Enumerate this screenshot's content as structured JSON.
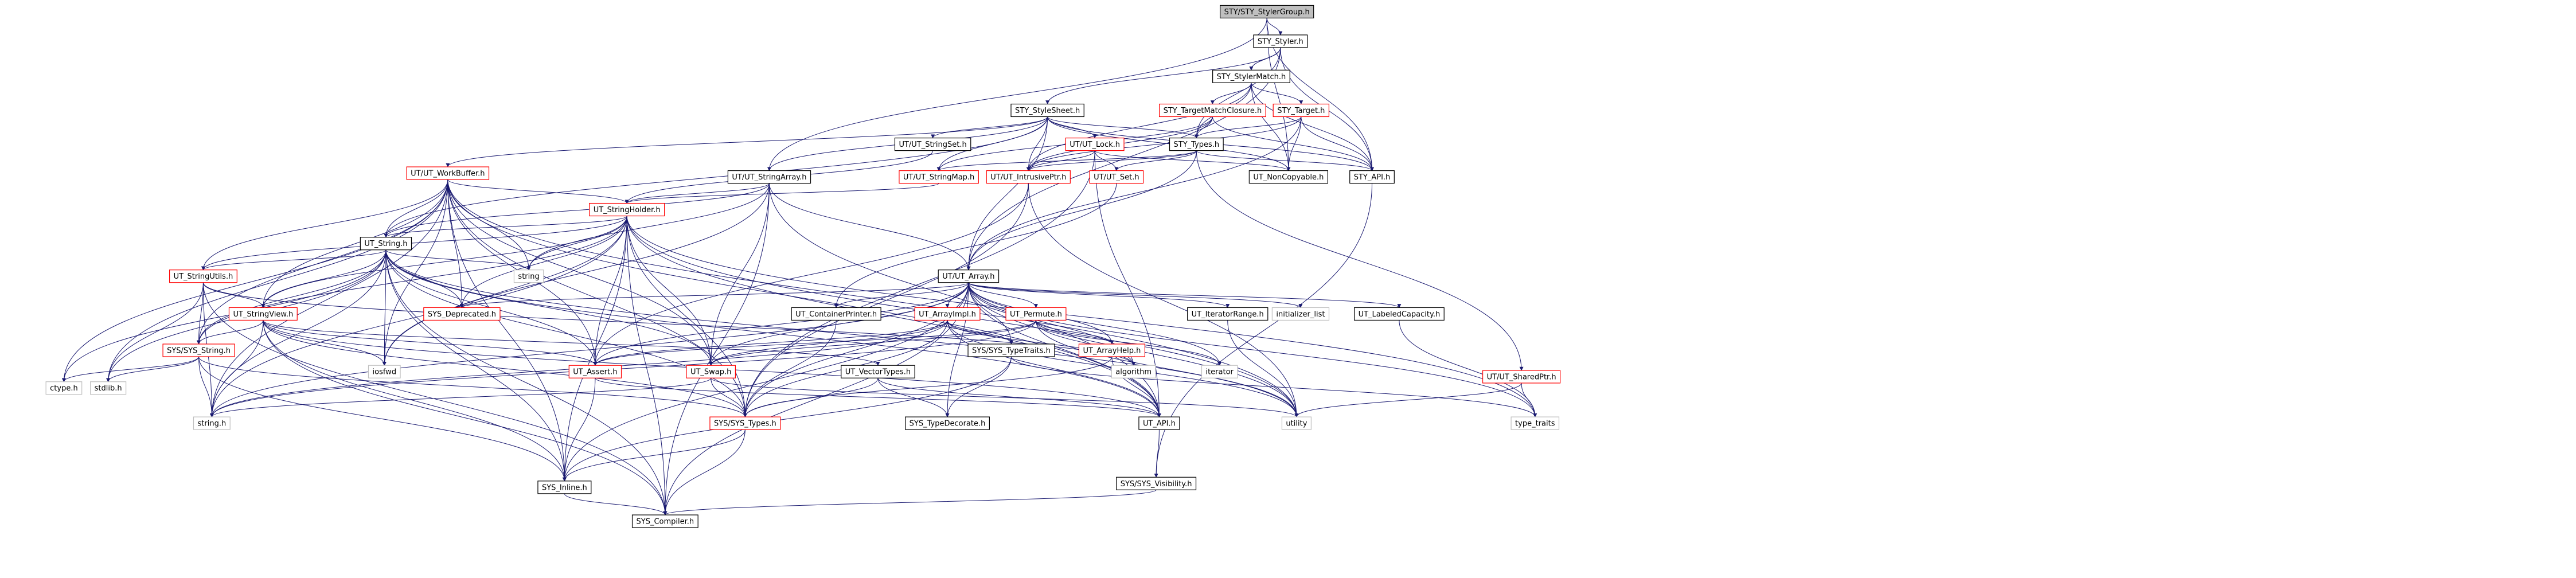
{
  "graph": {
    "nodes": [
      {
        "id": "root",
        "label": "STY/STY_StylerGroup.h",
        "kind": "root"
      },
      {
        "id": "styler",
        "label": "STY_Styler.h",
        "kind": "normal"
      },
      {
        "id": "stylermatch",
        "label": "STY_StylerMatch.h",
        "kind": "normal"
      },
      {
        "id": "stylesheet",
        "label": "STY_StyleSheet.h",
        "kind": "normal"
      },
      {
        "id": "tmclosure",
        "label": "STY_TargetMatchClosure.h",
        "kind": "red"
      },
      {
        "id": "target",
        "label": "STY_Target.h",
        "kind": "red"
      },
      {
        "id": "stringset",
        "label": "UT/UT_StringSet.h",
        "kind": "normal"
      },
      {
        "id": "lock",
        "label": "UT/UT_Lock.h",
        "kind": "red"
      },
      {
        "id": "types",
        "label": "STY_Types.h",
        "kind": "normal"
      },
      {
        "id": "workbuffer",
        "label": "UT/UT_WorkBuffer.h",
        "kind": "red"
      },
      {
        "id": "stringarray",
        "label": "UT/UT_StringArray.h",
        "kind": "normal"
      },
      {
        "id": "stringmap",
        "label": "UT/UT_StringMap.h",
        "kind": "red"
      },
      {
        "id": "intrusiveptr",
        "label": "UT/UT_IntrusivePtr.h",
        "kind": "red"
      },
      {
        "id": "utset",
        "label": "UT/UT_Set.h",
        "kind": "red"
      },
      {
        "id": "noncopyable",
        "label": "UT_NonCopyable.h",
        "kind": "normal"
      },
      {
        "id": "styapi",
        "label": "STY_API.h",
        "kind": "normal"
      },
      {
        "id": "stringholder",
        "label": "UT_StringHolder.h",
        "kind": "red"
      },
      {
        "id": "utstring",
        "label": "UT_String.h",
        "kind": "normal"
      },
      {
        "id": "string",
        "label": "string",
        "kind": "system"
      },
      {
        "id": "stringutils",
        "label": "UT_StringUtils.h",
        "kind": "red"
      },
      {
        "id": "utarray",
        "label": "UT/UT_Array.h",
        "kind": "normal"
      },
      {
        "id": "stringview",
        "label": "UT_StringView.h",
        "kind": "red"
      },
      {
        "id": "deprecated",
        "label": "SYS_Deprecated.h",
        "kind": "red"
      },
      {
        "id": "sysstring",
        "label": "SYS/SYS_String.h",
        "kind": "red"
      },
      {
        "id": "iosfwd",
        "label": "iosfwd",
        "kind": "system"
      },
      {
        "id": "containerprinter",
        "label": "UT_ContainerPrinter.h",
        "kind": "normal"
      },
      {
        "id": "arrayimpl",
        "label": "UT_ArrayImpl.h",
        "kind": "red"
      },
      {
        "id": "permute",
        "label": "UT_Permute.h",
        "kind": "red"
      },
      {
        "id": "iteratorrange",
        "label": "UT_IteratorRange.h",
        "kind": "normal"
      },
      {
        "id": "initlist",
        "label": "initializer_list",
        "kind": "system"
      },
      {
        "id": "labeledcap",
        "label": "UT_LabeledCapacity.h",
        "kind": "normal"
      },
      {
        "id": "sharedptr",
        "label": "UT/UT_SharedPtr.h",
        "kind": "red"
      },
      {
        "id": "ctype",
        "label": "ctype.h",
        "kind": "system"
      },
      {
        "id": "stdlib",
        "label": "stdlib.h",
        "kind": "system"
      },
      {
        "id": "stringh",
        "label": "string.h",
        "kind": "system"
      },
      {
        "id": "assert",
        "label": "UT_Assert.h",
        "kind": "red"
      },
      {
        "id": "swap",
        "label": "UT_Swap.h",
        "kind": "red"
      },
      {
        "id": "vectortypes",
        "label": "UT_VectorTypes.h",
        "kind": "normal"
      },
      {
        "id": "typetraits",
        "label": "SYS/SYS_TypeTraits.h",
        "kind": "normal"
      },
      {
        "id": "arrayhelp",
        "label": "UT_ArrayHelp.h",
        "kind": "red"
      },
      {
        "id": "algorithm",
        "label": "algorithm",
        "kind": "system"
      },
      {
        "id": "iterator",
        "label": "iterator",
        "kind": "system"
      },
      {
        "id": "utility",
        "label": "utility",
        "kind": "system"
      },
      {
        "id": "type_traits",
        "label": "type_traits",
        "kind": "system"
      },
      {
        "id": "systypes",
        "label": "SYS/SYS_Types.h",
        "kind": "red"
      },
      {
        "id": "typedecorate",
        "label": "SYS_TypeDecorate.h",
        "kind": "normal"
      },
      {
        "id": "utapi",
        "label": "UT_API.h",
        "kind": "normal"
      },
      {
        "id": "sysinline",
        "label": "SYS_Inline.h",
        "kind": "normal"
      },
      {
        "id": "visibility",
        "label": "SYS/SYS_Visibility.h",
        "kind": "normal"
      },
      {
        "id": "compiler",
        "label": "SYS_Compiler.h",
        "kind": "normal"
      }
    ],
    "colors": {
      "root_fill": "#bfbfbf",
      "node_fill": "#ffffff",
      "normal_border": "#000000",
      "red_border": "#ff0000",
      "system_border": "#bfbfbf",
      "edge": "#191970"
    }
  }
}
